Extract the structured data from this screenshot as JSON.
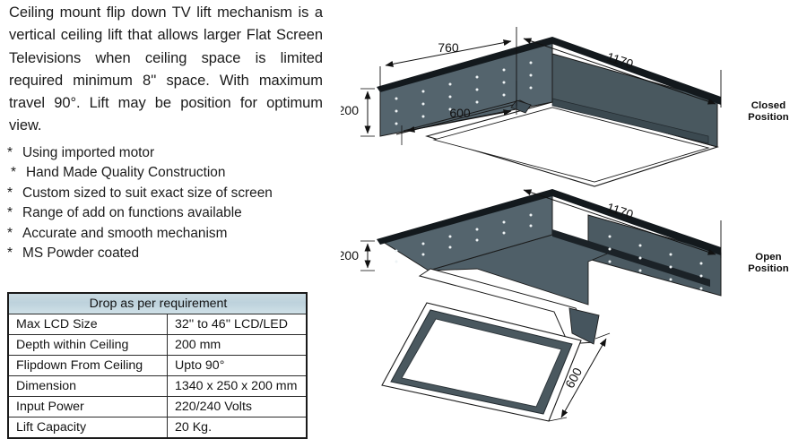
{
  "intro": {
    "paragraph": "Ceiling mount flip down TV lift mechanism is a vertical ceiling lift that allows larger Flat Screen Televisions when ceiling space is limited required minimum 8'' space. With maximum travel 90°. Lift may be position for optimum view."
  },
  "features": {
    "bullet": "*",
    "items": [
      "Using imported motor",
      "Hand Made Quality Construction",
      "Custom sized to suit exact size of screen",
      "Range of add on functions available",
      "Accurate and smooth mechanism",
      "MS Powder coated"
    ]
  },
  "spec_table": {
    "header": "Drop as per requirement",
    "rows": [
      {
        "label": "Max LCD Size",
        "value": "32'' to 46'' LCD/LED"
      },
      {
        "label": "Depth within Ceiling",
        "value": "200 mm"
      },
      {
        "label": "Flipdown From Ceiling",
        "value": "Upto 90°"
      },
      {
        "label": "Dimension",
        "value": "1340 x 250 x 200 mm"
      },
      {
        "label": "Input Power",
        "value": "220/240 Volts"
      },
      {
        "label": "Lift Capacity",
        "value": "20 Kg."
      }
    ]
  },
  "diagrams": {
    "closed": {
      "label_line1": "Closed",
      "label_line2": "Position",
      "dimensions": {
        "width_front": "760",
        "depth": "1170",
        "height": "200",
        "inner": "600"
      }
    },
    "open": {
      "label_line1": "Open",
      "label_line2": "Position",
      "dimensions": {
        "depth": "1170",
        "height": "200",
        "drop": "600"
      }
    }
  },
  "colors": {
    "metal_face": "#4b5b64",
    "metal_dark": "#3d4c55",
    "metal_light": "#5b6b74",
    "rim_black": "#12181c",
    "rivet": "#ffffff",
    "header_blue": "#c4d8e1",
    "outline": "#1a1a1a"
  }
}
